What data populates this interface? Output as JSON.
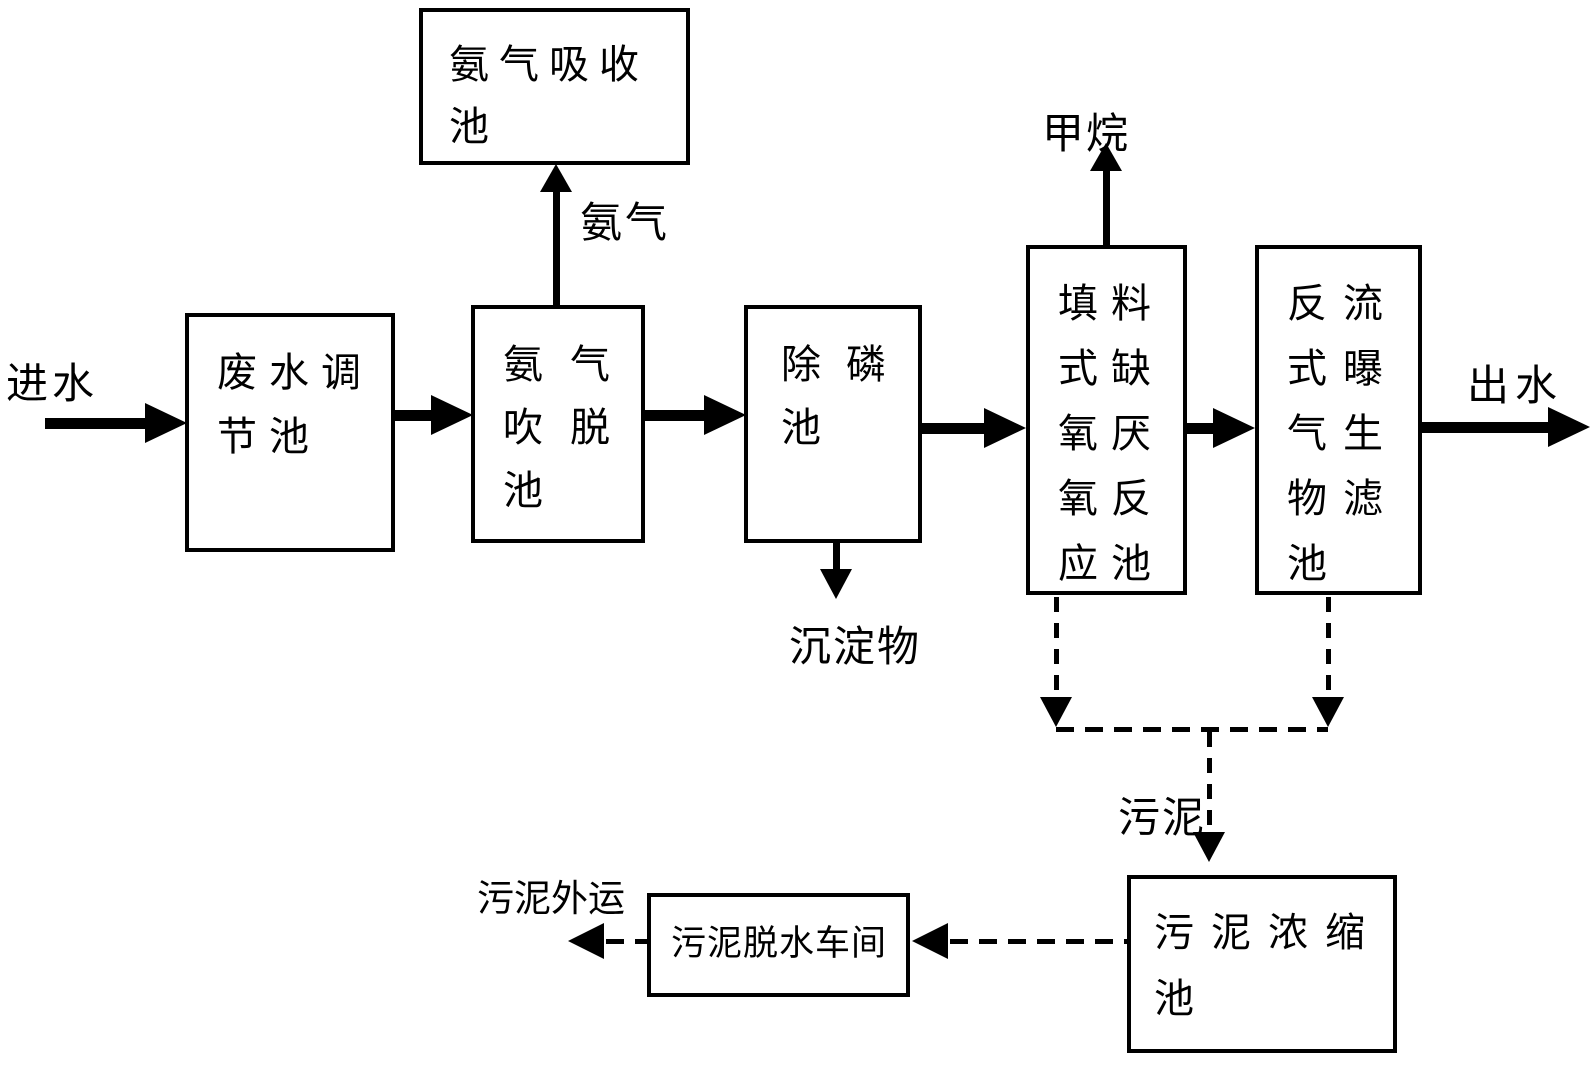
{
  "diagram_title": "",
  "boxes": {
    "absorption": {
      "label": "氨气吸收池",
      "lines": [
        "氨气吸收",
        "池"
      ]
    },
    "regulation": {
      "label": "废水调节池",
      "lines": [
        "废水调",
        "节池"
      ]
    },
    "stripping": {
      "label": "氨气吹脱池",
      "lines": [
        "氨气",
        "吹脱",
        "池"
      ]
    },
    "phosphorus": {
      "label": "除磷池",
      "lines": [
        "除磷",
        "池"
      ]
    },
    "anoxic": {
      "label": "填料式缺氧厌氧反应池",
      "lines": [
        "填料",
        "式缺",
        "氧厌",
        "氧反",
        "应池"
      ]
    },
    "baf": {
      "label": "反流式曝气生物滤池",
      "lines": [
        "反流",
        "式曝",
        "气生",
        "物滤",
        "池"
      ]
    },
    "thickening": {
      "label": "污泥浓缩池",
      "lines": [
        "污泥浓缩",
        "池"
      ]
    },
    "dewatering": {
      "label": "污泥脱水车间",
      "lines": [
        "污泥脱水车间"
      ]
    }
  },
  "labels": {
    "inlet": "进水",
    "outlet": "出水",
    "ammonia": "氨气",
    "methane": "甲烷",
    "sediment": "沉淀物",
    "sludge": "污泥",
    "sludge_out": "污泥外运"
  },
  "colors": {
    "line": "#000000",
    "background": "#ffffff",
    "text": "#000000"
  }
}
